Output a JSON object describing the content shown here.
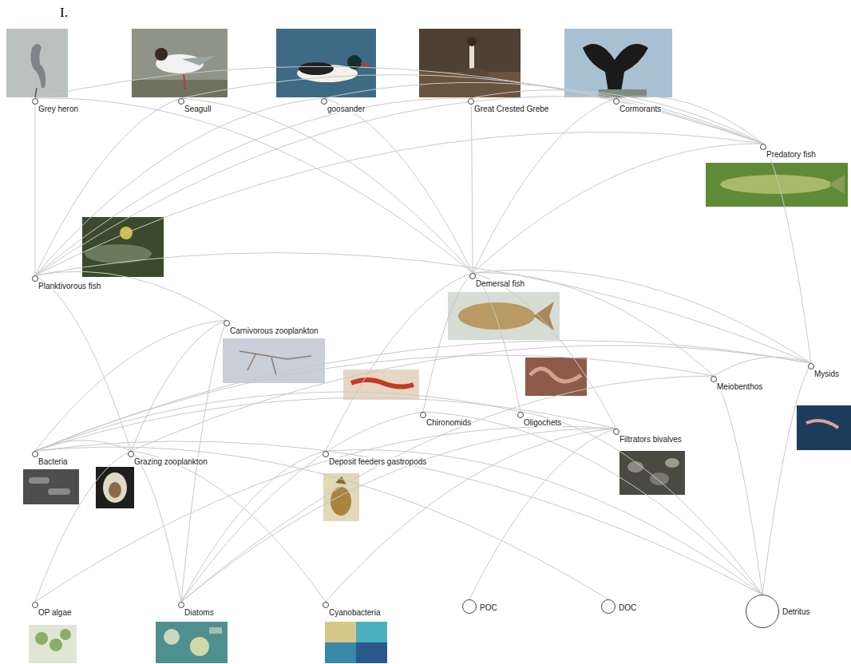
{
  "diagram": {
    "nodes": [
      {
        "text": [
          "Grey heron"
        ]
      },
      {
        "text": [
          "Seagull"
        ]
      },
      {
        "text": [
          "goosander"
        ]
      },
      {
        "text": [
          "Great Crested Grebe"
        ]
      },
      {
        "text": [
          "Cormorants"
        ]
      },
      {
        "text": [
          "Predatory fish"
        ]
      },
      {
        "text": [
          "Planktivorous fish"
        ]
      },
      {
        "text": [
          "Demersal fish"
        ]
      },
      {
        "text": [
          "Carnivorous zooplankton"
        ]
      },
      {
        "text": [
          "Mysids"
        ]
      },
      {
        "text": [
          "Meiobenthos"
        ]
      },
      {
        "text": [
          "Chironomids"
        ]
      },
      {
        "text": [
          "Oligochets"
        ]
      },
      {
        "text": [
          "Filtrators bivalves"
        ]
      },
      {
        "text": [
          "Bacteria"
        ]
      },
      {
        "text": [
          "Grazing zooplankton"
        ]
      },
      {
        "text": [
          "Deposit feeders gastropods"
        ]
      },
      {
        "text": [
          "OP algae"
        ]
      },
      {
        "text": [
          "Diatoms"
        ]
      },
      {
        "text": [
          "Cyanobacteria"
        ]
      },
      {
        "text": [
          "POC"
        ]
      },
      {
        "text": [
          "DOC"
        ]
      },
      {
        "text": [
          "Detritus"
        ]
      }
    ],
    "edges": [
      {
        "from": 0,
        "to": 6,
        "arrow": "none"
      },
      {
        "from": 0,
        "to": 7,
        "arrow": "none"
      },
      {
        "from": 0,
        "to": 5,
        "arrow": "none"
      },
      {
        "from": 1,
        "to": 6,
        "arrow": "none"
      },
      {
        "from": 1,
        "to": 7,
        "arrow": "none"
      },
      {
        "from": 1,
        "to": 5,
        "arrow": "none"
      },
      {
        "from": 2,
        "to": 6,
        "arrow": "none"
      },
      {
        "from": 2,
        "to": 7,
        "arrow": "none"
      },
      {
        "from": 2,
        "to": 5,
        "arrow": "none"
      },
      {
        "from": 3,
        "to": 6,
        "arrow": "none"
      },
      {
        "from": 3,
        "to": 7,
        "arrow": "none"
      },
      {
        "from": 3,
        "to": 5,
        "arrow": "none"
      },
      {
        "from": 4,
        "to": 6,
        "arrow": "none"
      },
      {
        "from": 4,
        "to": 7,
        "arrow": "none"
      },
      {
        "from": 4,
        "to": 5,
        "arrow": "none"
      },
      {
        "from": 5,
        "to": 6,
        "arrow": "none"
      },
      {
        "from": 5,
        "to": 7,
        "arrow": "none"
      },
      {
        "from": 5,
        "to": 9,
        "arrow": "none"
      },
      {
        "from": 6,
        "to": 8,
        "arrow": "none"
      },
      {
        "from": 6,
        "to": 15,
        "arrow": "none"
      },
      {
        "from": 6,
        "to": 9,
        "arrow": "none"
      },
      {
        "from": 7,
        "to": 11,
        "arrow": "none"
      },
      {
        "from": 7,
        "to": 12,
        "arrow": "none"
      },
      {
        "from": 7,
        "to": 13,
        "arrow": "none"
      },
      {
        "from": 7,
        "to": 16,
        "arrow": "none"
      },
      {
        "from": 7,
        "to": 9,
        "arrow": "none"
      },
      {
        "from": 7,
        "to": 10,
        "arrow": "none"
      },
      {
        "from": 8,
        "to": 15,
        "arrow": "none"
      },
      {
        "from": 8,
        "to": 14,
        "arrow": "none"
      },
      {
        "from": 8,
        "to": 18,
        "arrow": "none"
      },
      {
        "from": 9,
        "to": 15,
        "arrow": "none"
      },
      {
        "from": 9,
        "to": 14,
        "arrow": "none"
      },
      {
        "from": 9,
        "to": 22,
        "arrow": "none"
      },
      {
        "from": 9,
        "to": 10,
        "arrow": "none"
      },
      {
        "from": 11,
        "to": 22,
        "arrow": "none"
      },
      {
        "from": 11,
        "to": 18,
        "arrow": "none"
      },
      {
        "from": 12,
        "to": 22,
        "arrow": "none"
      },
      {
        "from": 12,
        "to": 14,
        "arrow": "none"
      },
      {
        "from": 10,
        "to": 14,
        "arrow": "none"
      },
      {
        "from": 10,
        "to": 22,
        "arrow": "none"
      },
      {
        "from": 10,
        "to": 18,
        "arrow": "none"
      },
      {
        "from": 13,
        "to": 18,
        "arrow": "none"
      },
      {
        "from": 13,
        "to": 17,
        "arrow": "none"
      },
      {
        "from": 13,
        "to": 20,
        "arrow": "none"
      },
      {
        "from": 13,
        "to": 14,
        "arrow": "none"
      },
      {
        "from": 13,
        "to": 19,
        "arrow": "none"
      },
      {
        "from": 15,
        "to": 17,
        "arrow": "none"
      },
      {
        "from": 15,
        "to": 18,
        "arrow": "none"
      },
      {
        "from": 15,
        "to": 19,
        "arrow": "none"
      },
      {
        "from": 15,
        "to": 14,
        "arrow": "none"
      },
      {
        "from": 16,
        "to": 22,
        "arrow": "none"
      },
      {
        "from": 16,
        "to": 18,
        "arrow": "none"
      },
      {
        "from": 14,
        "to": 21,
        "arrow": "none"
      },
      {
        "from": 14,
        "to": 22,
        "arrow": "none"
      }
    ],
    "labels": [
      "I."
    ]
  }
}
